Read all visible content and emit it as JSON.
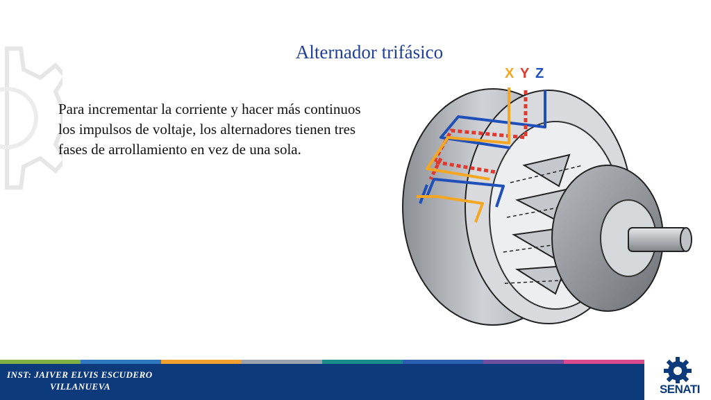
{
  "slide": {
    "title": "Alternador trifásico",
    "body": "Para incrementar la corriente y hacer más continuos los impulsos de voltaje, los alternadores tienen tres fases de arrollamiento en vez de una sola.",
    "body_lines": [
      "Para incrementar la corriente y hacer más continuos",
      "los impulsos de voltaje, los alternadores tienen tres",
      "fases de arrollamiento en vez de una sola."
    ]
  },
  "figure": {
    "phase_labels": [
      {
        "text": "X",
        "color": "#f5a623"
      },
      {
        "text": "Y",
        "color": "#e03a2e"
      },
      {
        "text": "Z",
        "color": "#1f4fb8"
      }
    ]
  },
  "footer": {
    "instructor_line1": "INST: JAIVER ELVIS ESCUDERO",
    "instructor_line2": "VILLANUEVA",
    "logo_text": "SENATI",
    "stripe_colors": [
      "#7db142",
      "#2f78c0",
      "#f0a030",
      "#9aa3ad",
      "#1a8c8c",
      "#2b5fb0",
      "#6e4fa0",
      "#d94a8c"
    ],
    "bar_color": "#0d3a7a"
  }
}
